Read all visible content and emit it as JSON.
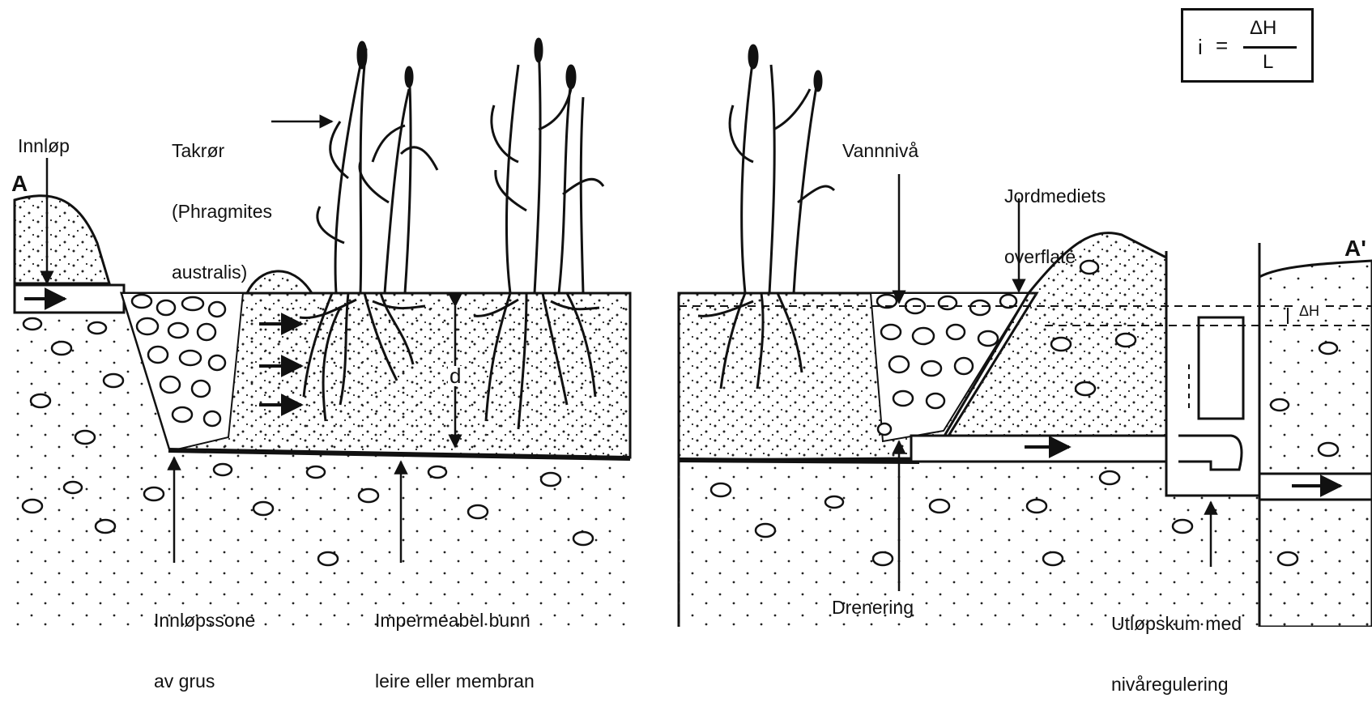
{
  "labels": {
    "inlet": "Innløp",
    "reed_name": "Takrør",
    "reed_latin_1": "(Phragmites",
    "reed_latin_2": "australis)",
    "water_level": "Vannnivå",
    "soil_surface_1": "Jordmediets",
    "soil_surface_2": "overflate",
    "inlet_zone_1": "Innløpssone",
    "inlet_zone_2": "av grus",
    "bottom_1": "Impermeabel bunn",
    "bottom_2": "leire eller membran",
    "drainage": "Drenering",
    "outlet_1": "Utløpskum med",
    "outlet_2": "nivåregulering",
    "depth": "d",
    "delta_h": "ΔH",
    "section_a": "A",
    "section_a_prime": "A'"
  },
  "formula": {
    "lhs": "i",
    "eq": "=",
    "numerator": "ΔH",
    "denominator": "L"
  }
}
